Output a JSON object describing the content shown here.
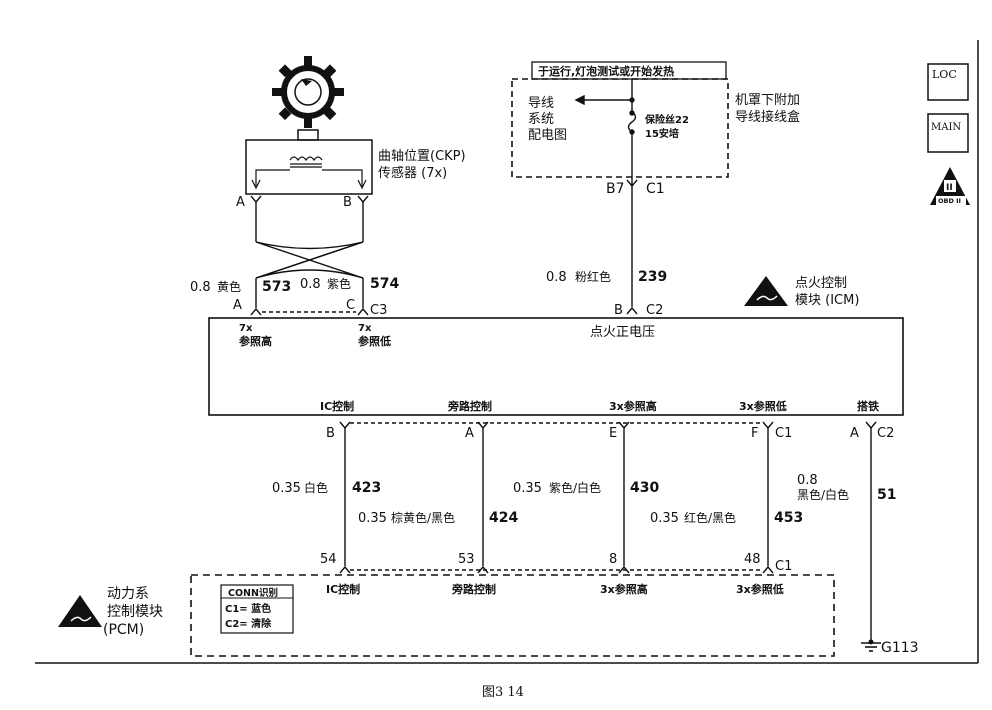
{
  "ckp": {
    "label_line1": "曲轴位置(CKP)",
    "label_line2": "传感器 (7x)",
    "pin_a": "A",
    "pin_b": "B"
  },
  "fuse_box": {
    "header": "于运行,灯泡测试或开始发热",
    "left_line1": "导线",
    "left_line2": "系统",
    "left_line3": "配电图",
    "fuse_line1": "保险丝22",
    "fuse_line2": "15安培",
    "side_line1": "机罩下附加",
    "side_line2": "导线接线盒",
    "pin": "B7",
    "conn": "C1"
  },
  "wires_top": [
    {
      "size": "0.8",
      "color": "黄色",
      "circuit": "573"
    },
    {
      "size": "0.8",
      "color": "紫色",
      "circuit": "574"
    },
    {
      "size": "0.8",
      "color": "粉红色",
      "circuit": "239"
    }
  ],
  "icm": {
    "label_line1": "点火控制",
    "label_line2": "模块 (ICM)",
    "top_pins": [
      {
        "pin": "A",
        "conn": ""
      },
      {
        "pin": "C",
        "conn": "C3"
      },
      {
        "pin": "B",
        "conn": "C2"
      }
    ],
    "ref_high_line1": "7x",
    "ref_high_line2": "参照高",
    "ref_low_line1": "7x",
    "ref_low_line2": "参照低",
    "ignition_voltage": "点火正电压",
    "bottom_labels": [
      "IC控制",
      "旁路控制",
      "3x参照高",
      "3x参照低",
      "搭铁"
    ],
    "bottom_pins": [
      {
        "pin": "B",
        "conn": ""
      },
      {
        "pin": "A",
        "conn": ""
      },
      {
        "pin": "E",
        "conn": ""
      },
      {
        "pin": "F",
        "conn": "C1"
      },
      {
        "pin": "A",
        "conn": "C2"
      }
    ]
  },
  "wires_bottom": [
    {
      "size": "0.35",
      "color": "白色",
      "circuit": "423"
    },
    {
      "size": "0.35",
      "color": "棕黄色/黑色",
      "circuit": "424"
    },
    {
      "size": "0.35",
      "color": "紫色/白色",
      "circuit": "430"
    },
    {
      "size": "0.35",
      "color": "红色/黑色",
      "circuit": "453"
    },
    {
      "size": "0.8",
      "color": "黑色/白色",
      "circuit": "51"
    }
  ],
  "pcm": {
    "label_line1": "动力系",
    "label_line2": "控制模块",
    "label_line3": "(PCM)",
    "conn_title": "CONN识别",
    "conn_c1": "C1= 蓝色",
    "conn_c2": "C2= 清除",
    "pins": [
      "54",
      "53",
      "8",
      "48"
    ],
    "pin_conn": "C1",
    "labels": [
      "IC控制",
      "旁路控制",
      "3x参照高",
      "3x参照低"
    ]
  },
  "ground": "G113",
  "side_icons": {
    "loc": "LOC",
    "main": "MAIN",
    "obd_roman": "II",
    "obd": "OBD II"
  },
  "caption": "图3 14"
}
